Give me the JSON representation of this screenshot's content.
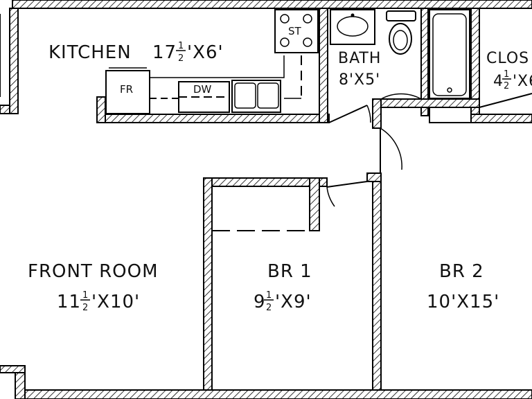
{
  "rooms": {
    "kitchen": {
      "name": "KITCHEN",
      "size_pre": "17",
      "frac_num": "1",
      "frac_den": "2",
      "size_post": "'X6'"
    },
    "bath": {
      "name": "BATH",
      "size": "8'X5'"
    },
    "closet": {
      "name": "CLOS",
      "size_pre": "4",
      "frac_num": "1",
      "frac_den": "2",
      "size_post": "'X6"
    },
    "front_room": {
      "name": "FRONT ROOM",
      "size_pre": "11",
      "frac_num": "1",
      "frac_den": "2",
      "size_post": "'X10'"
    },
    "br1": {
      "name": "BR 1",
      "size_pre": "9",
      "frac_num": "1",
      "frac_den": "2",
      "size_post": "'X9'"
    },
    "br2": {
      "name": "BR 2",
      "size": "10'X15'"
    }
  },
  "fixtures": {
    "stove": "ST",
    "fridge": "FR",
    "dishwasher": "DW"
  }
}
